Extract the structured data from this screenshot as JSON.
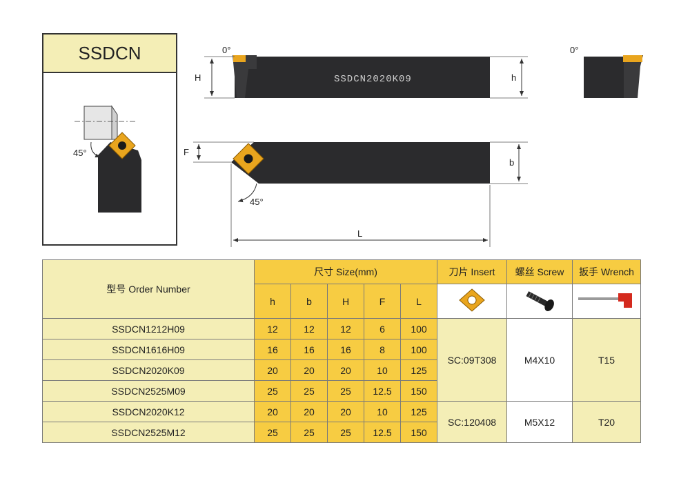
{
  "title": "SSDCN",
  "drawing": {
    "angle_top_left": "0°",
    "angle_top_right": "0°",
    "label_H": "H",
    "label_h": "h",
    "label_F": "F",
    "label_b": "b",
    "label_L": "L",
    "angle_45_detail": "45°",
    "angle_45_main": "45°",
    "engraving": "SSDCN2020K09"
  },
  "table": {
    "order_header": "型号 Order Number",
    "size_header": "尺寸 Size(mm)",
    "insert_header": "刀片 Insert",
    "screw_header": "螺丝 Screw",
    "wrench_header": "扳手 Wrench",
    "columns": [
      "h",
      "b",
      "H",
      "F",
      "L"
    ],
    "rows": [
      {
        "order": "SSDCN1212H09",
        "h": "12",
        "b": "12",
        "H": "12",
        "F": "6",
        "L": "100"
      },
      {
        "order": "SSDCN1616H09",
        "h": "16",
        "b": "16",
        "H": "16",
        "F": "8",
        "L": "100"
      },
      {
        "order": "SSDCN2020K09",
        "h": "20",
        "b": "20",
        "H": "20",
        "F": "10",
        "L": "125"
      },
      {
        "order": "SSDCN2525M09",
        "h": "25",
        "b": "25",
        "H": "25",
        "F": "12.5",
        "L": "150"
      },
      {
        "order": "SSDCN2020K12",
        "h": "20",
        "b": "20",
        "H": "20",
        "F": "10",
        "L": "125"
      },
      {
        "order": "SSDCN2525M12",
        "h": "25",
        "b": "25",
        "H": "25",
        "F": "12.5",
        "L": "150"
      }
    ],
    "group1": {
      "insert": "SC:09T308",
      "screw": "M4X10",
      "wrench": "T15"
    },
    "group2": {
      "insert": "SC:120408",
      "screw": "M5X12",
      "wrench": "T20"
    }
  }
}
